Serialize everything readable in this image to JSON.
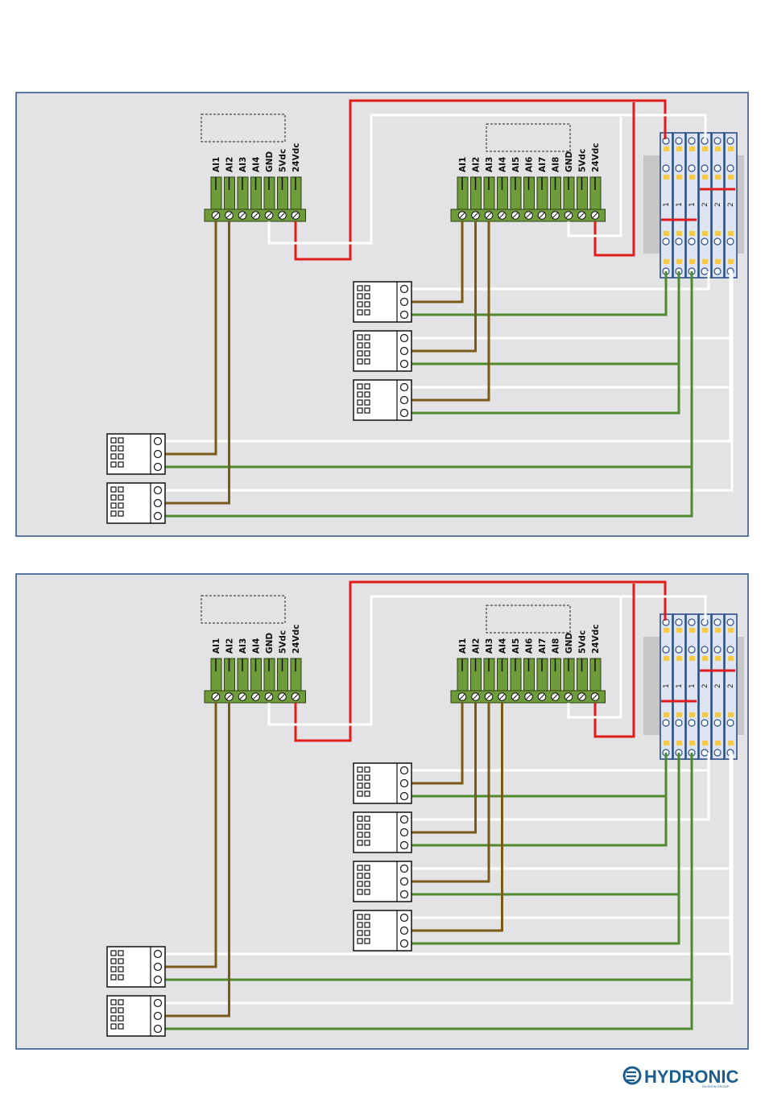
{
  "panels": [
    {
      "controller_a": {
        "terminals": [
          "AI1",
          "AI2",
          "AI3",
          "AI4",
          "GND",
          "5Vdc",
          "24Vdc"
        ]
      },
      "controller_b": {
        "terminals": [
          "AI1",
          "AI2",
          "AI3",
          "AI4",
          "AI5",
          "AI6",
          "AI7",
          "AI8",
          "GND",
          "5Vdc",
          "24Vdc"
        ]
      },
      "terminal_block": {
        "column_numbers": [
          "1",
          "1",
          "1",
          "2",
          "2",
          "2"
        ]
      },
      "sensors_b_count": 3,
      "sensors_a_count": 2
    },
    {
      "controller_a": {
        "terminals": [
          "AI1",
          "AI2",
          "AI3",
          "AI4",
          "GND",
          "5Vdc",
          "24Vdc"
        ]
      },
      "controller_b": {
        "terminals": [
          "AI1",
          "AI2",
          "AI3",
          "AI4",
          "AI5",
          "AI6",
          "AI7",
          "AI8",
          "GND",
          "5Vdc",
          "24Vdc"
        ]
      },
      "terminal_block": {
        "column_numbers": [
          "1",
          "1",
          "1",
          "2",
          "2",
          "2"
        ]
      },
      "sensors_b_count": 4,
      "sensors_a_count": 2
    }
  ],
  "colors": {
    "panel_bg": "#e3e3e6",
    "panel_border": "#2a4f86",
    "wire_red": "#e21b1b",
    "wire_white": "#ffffff",
    "wire_brown": "#7a5a14",
    "wire_green": "#4f8a2c",
    "terminal_green": "#6e9c3a",
    "din_gray": "#c7c7c9",
    "block_blue": "#2a4f86",
    "contact_yellow": "#f2c94c",
    "brand_blue": "#1c5d8f"
  },
  "logo": {
    "brand": "HYDRONIC",
    "sub": "DIVISION GROUP",
    "icon": "hydronic-logo-icon"
  }
}
